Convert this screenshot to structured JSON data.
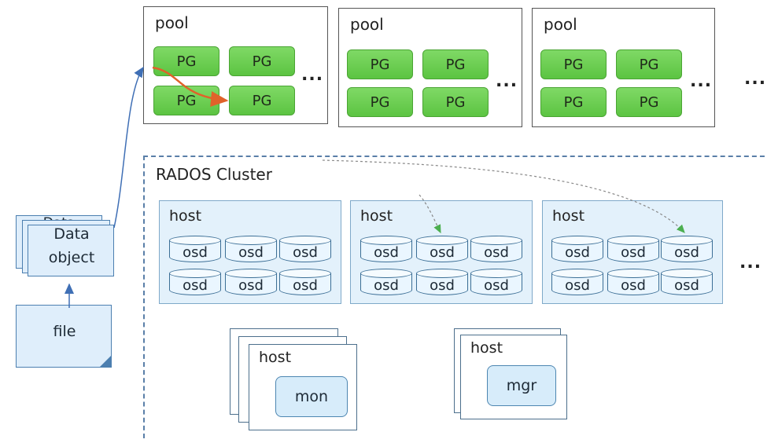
{
  "pools": [
    {
      "label": "pool",
      "pgs": [
        "PG",
        "PG",
        "PG",
        "PG"
      ],
      "more": "..."
    },
    {
      "label": "pool",
      "pgs": [
        "PG",
        "PG",
        "PG",
        "PG"
      ],
      "more": "..."
    },
    {
      "label": "pool",
      "pgs": [
        "PG",
        "PG",
        "PG",
        "PG"
      ],
      "more": "..."
    }
  ],
  "pools_more": "...",
  "cluster": {
    "label": "RADOS Cluster",
    "hosts": [
      {
        "label": "host",
        "osds": [
          "osd",
          "osd",
          "osd",
          "osd",
          "osd",
          "osd"
        ]
      },
      {
        "label": "host",
        "osds": [
          "osd",
          "osd",
          "osd",
          "osd",
          "osd",
          "osd"
        ]
      },
      {
        "label": "host",
        "osds": [
          "osd",
          "osd",
          "osd",
          "osd",
          "osd",
          "osd"
        ]
      }
    ],
    "hosts_more": "...",
    "mon_host": {
      "label": "host",
      "service": "mon"
    },
    "mgr_host": {
      "label": "host",
      "service": "mgr"
    }
  },
  "data_object": {
    "line1": "Data",
    "line2": "object",
    "back_label": "Data"
  },
  "file": {
    "label": "file"
  },
  "colors": {
    "pg_green": "#5cc442",
    "host_bg": "#e3f1fb",
    "cluster_border": "#5a7fa8",
    "arrow_orange": "#e0622a",
    "arrow_blue": "#3f6fb5",
    "arrow_green": "#4caf50"
  }
}
